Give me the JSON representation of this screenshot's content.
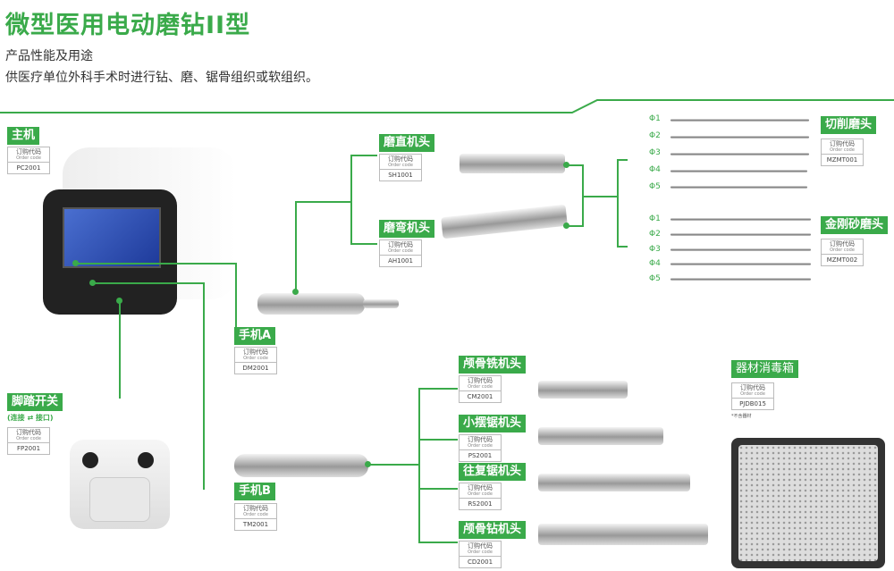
{
  "title": "微型医用电动磨钻II型",
  "subtitle": "产品性能及用途",
  "description": "供医疗单位外科手术时进行钻、磨、锯骨组织或软组织。",
  "order_label": "订购代码",
  "order_label_en": "Order code",
  "accent_color": "#3aaa4a",
  "products": {
    "main": {
      "name": "主机",
      "code": "PC2001"
    },
    "straight": {
      "name": "磨直机头",
      "code": "SH1001"
    },
    "angled": {
      "name": "磨弯机头",
      "code": "AH1001"
    },
    "cutting_burs": {
      "name": "切削磨头",
      "code": "MZMT001",
      "sizes": [
        "Φ1",
        "Φ2",
        "Φ3",
        "Φ4",
        "Φ5"
      ]
    },
    "diamond_burs": {
      "name": "金刚砂磨头",
      "code": "MZMT002",
      "sizes": [
        "Φ1",
        "Φ2",
        "Φ3",
        "Φ4",
        "Φ5"
      ]
    },
    "handpiece_a": {
      "name": "手机A",
      "code": "DM2001"
    },
    "handpiece_b": {
      "name": "手机B",
      "code": "TM2001"
    },
    "footswitch": {
      "name": "脚踏开关",
      "code": "FP2001",
      "note": "(连接 ⇄ 接口)"
    },
    "craniotome": {
      "name": "颅骨铣机头",
      "code": "CM2001"
    },
    "oscillating_saw": {
      "name": "小摆锯机头",
      "code": "PS2001"
    },
    "reciprocating_saw": {
      "name": "往复锯机头",
      "code": "RS2001"
    },
    "cranial_drill": {
      "name": "颅骨钻机头",
      "code": "CD2001"
    },
    "sterilization_box": {
      "name": "器材消毒箱",
      "code": "PJDB015",
      "note": "*不含器材"
    }
  }
}
